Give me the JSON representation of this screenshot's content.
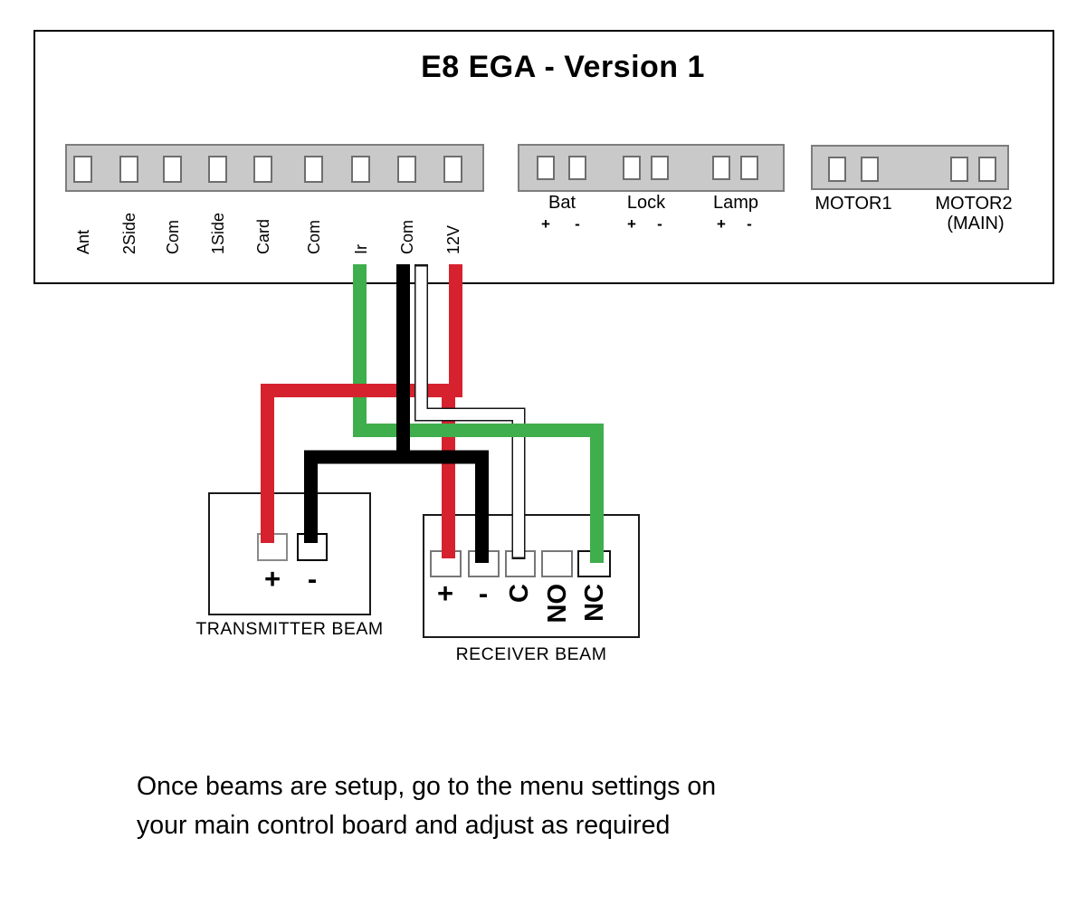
{
  "title": "E8 EGA - Version 1",
  "strips": {
    "io": {
      "labels": [
        "Ant",
        "2Side",
        "Com",
        "1Side",
        "Card",
        "Com",
        "Ir",
        "Com",
        "12V"
      ]
    },
    "aux": {
      "groups": [
        {
          "name": "Bat",
          "plus": "+",
          "minus": "-"
        },
        {
          "name": "Lock",
          "plus": "+",
          "minus": "-"
        },
        {
          "name": "Lamp",
          "plus": "+",
          "minus": "-"
        }
      ]
    },
    "motor": {
      "motor1": "MOTOR1",
      "motor2": "MOTOR2",
      "motor2_sub": "(MAIN)"
    }
  },
  "transmitter": {
    "label": "TRANSMITTER BEAM",
    "plus": "+",
    "minus": "-"
  },
  "receiver": {
    "label": "RECEIVER BEAM",
    "plus": "+",
    "minus": "-",
    "c": "C",
    "no": "NO",
    "nc": "NC"
  },
  "note": {
    "line1": "Once beams are setup, go to the menu settings on",
    "line2": "your main control board and adjust as required"
  },
  "colors": {
    "wire_red": "#d6222e",
    "wire_green": "#3fae4c",
    "wire_black": "#000000",
    "wire_white": "#ffffff",
    "wire_white_outline": "#141414",
    "strip_fill": "#c9c9c9"
  }
}
